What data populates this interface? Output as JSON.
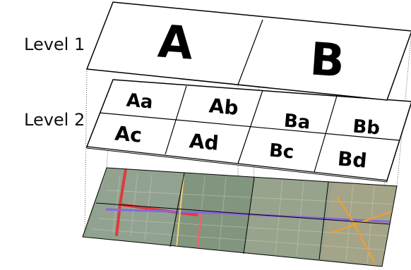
{
  "labels": {
    "level1": "Level 1",
    "level2": "Level 2"
  },
  "level1_tiles": [
    "A",
    "B"
  ],
  "level2_tiles": [
    "Aa",
    "Ab",
    "Ba",
    "Bb",
    "Ac",
    "Ad",
    "Bc",
    "Bd"
  ],
  "colors": {
    "tile_fill": "#ffffff",
    "outline": "#000000",
    "guide": "#555555",
    "map_base": "#8a9d86"
  }
}
